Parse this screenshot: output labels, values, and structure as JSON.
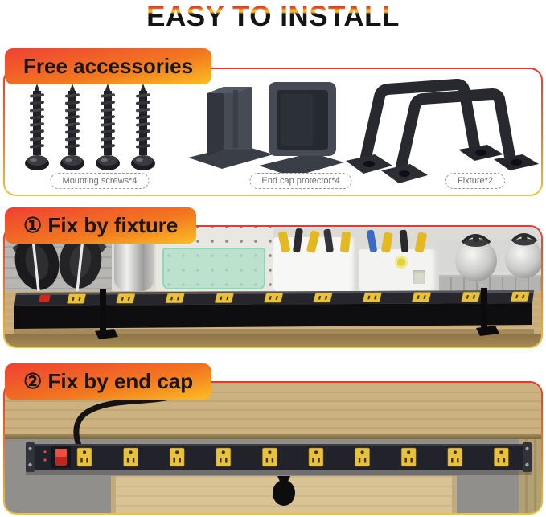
{
  "title": "EASY TO INSTALL",
  "accessories": {
    "header": "Free accessories",
    "items": [
      {
        "id": "mounting-screws",
        "label": "Mounting screws*4",
        "quantity_shown": 4
      },
      {
        "id": "end-cap-protector",
        "label": "End cap protector*4",
        "quantity_shown": 2
      },
      {
        "id": "fixture",
        "label": "Fixture*2",
        "quantity_shown": 2
      }
    ]
  },
  "steps": [
    {
      "id": "fix-by-fixture",
      "header": "① Fix by fixture"
    },
    {
      "id": "fix-by-end-cap",
      "header": "② Fix by end cap"
    }
  ],
  "power_strip": {
    "outlet_count": 10,
    "outlet_color": "#e9c23a",
    "body_color": "#1d1d23",
    "switch_color": "#d2261b"
  },
  "colors": {
    "accent_red": "#ee3d30",
    "accent_orange": "#f47b20",
    "accent_yellow": "#fcbe23",
    "title_black": "#141414",
    "wood": "#c9ad79",
    "wall_gray": "#908f8b"
  }
}
